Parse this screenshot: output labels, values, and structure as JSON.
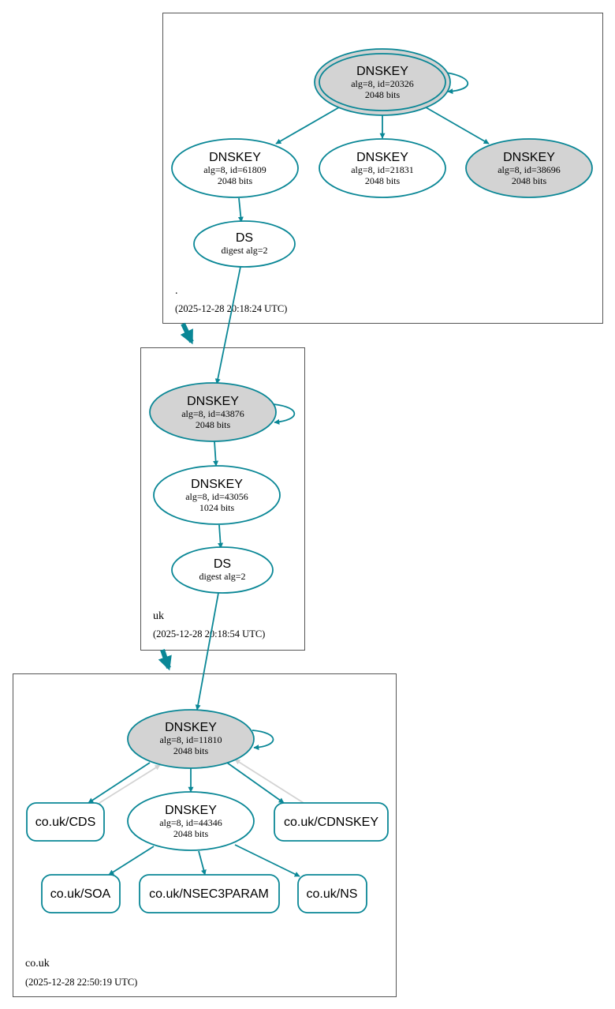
{
  "zones": {
    "root": {
      "name": ".",
      "timestamp": "(2025-12-28 20:18:24 UTC)"
    },
    "uk": {
      "name": "uk",
      "timestamp": "(2025-12-28 20:18:54 UTC)"
    },
    "couk": {
      "name": "co.uk",
      "timestamp": "(2025-12-28 22:50:19 UTC)"
    }
  },
  "nodes": {
    "root_ksk": {
      "title": "DNSKEY",
      "line1": "alg=8, id=20326",
      "line2": "2048 bits"
    },
    "root_zsk1": {
      "title": "DNSKEY",
      "line1": "alg=8, id=61809",
      "line2": "2048 bits"
    },
    "root_zsk2": {
      "title": "DNSKEY",
      "line1": "alg=8, id=21831",
      "line2": "2048 bits"
    },
    "root_zsk3": {
      "title": "DNSKEY",
      "line1": "alg=8, id=38696",
      "line2": "2048 bits"
    },
    "root_ds": {
      "title": "DS",
      "line1": "digest alg=2"
    },
    "uk_ksk": {
      "title": "DNSKEY",
      "line1": "alg=8, id=43876",
      "line2": "2048 bits"
    },
    "uk_zsk": {
      "title": "DNSKEY",
      "line1": "alg=8, id=43056",
      "line2": "1024 bits"
    },
    "uk_ds": {
      "title": "DS",
      "line1": "digest alg=2"
    },
    "couk_ksk": {
      "title": "DNSKEY",
      "line1": "alg=8, id=11810",
      "line2": "2048 bits"
    },
    "couk_zsk": {
      "title": "DNSKEY",
      "line1": "alg=8, id=44346",
      "line2": "2048 bits"
    }
  },
  "rrsets": {
    "cds": "co.uk/CDS",
    "cdnskey": "co.uk/CDNSKEY",
    "soa": "co.uk/SOA",
    "nsec3param": "co.uk/NSEC3PARAM",
    "ns": "co.uk/NS"
  },
  "colors": {
    "edge": "#0a8796",
    "ksk_fill": "#d3d3d3",
    "grey_edge": "#d3d3d3",
    "zone_border": "#555555"
  }
}
